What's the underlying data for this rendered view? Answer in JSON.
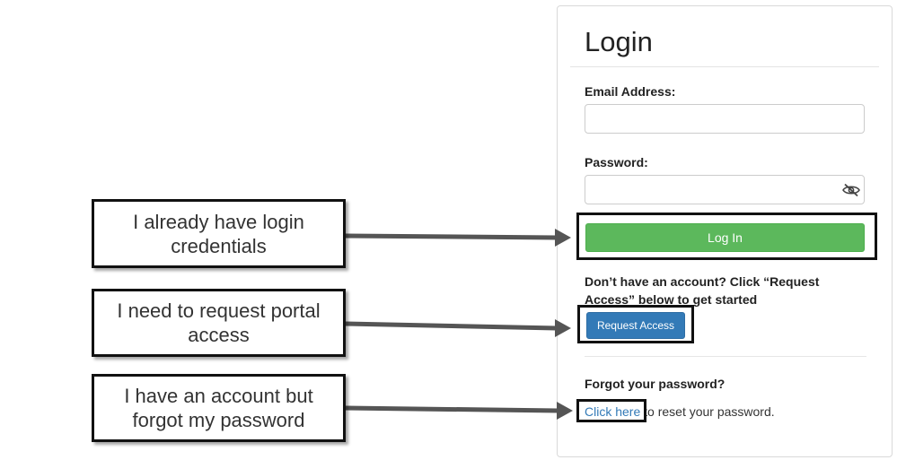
{
  "login": {
    "title": "Login",
    "email_label": "Email Address:",
    "email_value": "",
    "password_label": "Password:",
    "password_value": "",
    "login_button": "Log In",
    "request_prompt": "Don’t have an account? Click “Request Access” below to get started",
    "request_button": "Request Access",
    "forgot_heading": "Forgot your password?",
    "reset_link": "Click here",
    "reset_suffix": " to reset your password."
  },
  "callouts": {
    "have_credentials": "I already have login credentials",
    "request_access": "I need to request portal access",
    "forgot_password": "I have an account but forgot my password"
  },
  "colors": {
    "login_button": "#5cb85c",
    "request_button": "#337ab7",
    "link": "#337ab7",
    "arrow": "#555555"
  },
  "icons": {
    "password_toggle": "eye-slash-icon"
  }
}
